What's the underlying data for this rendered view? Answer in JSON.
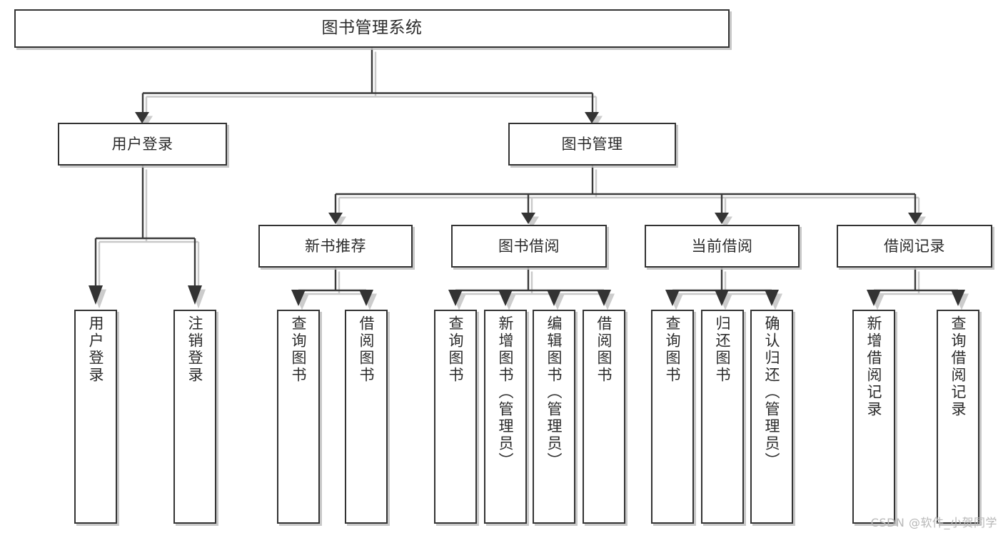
{
  "diagram": {
    "type": "tree-hierarchy-chart",
    "title": "图书管理系统",
    "watermark": "CSDN @软件_小贺同学",
    "colors": {
      "border": "#333333",
      "shadow": "#bebebe",
      "background": "#ffffff",
      "text": "#2b2b2b",
      "watermark": "#b8b8b8"
    },
    "nodes": {
      "root": {
        "label": "图书管理系统"
      },
      "level1": [
        {
          "id": "user-login",
          "label": "用户登录"
        },
        {
          "id": "book-manage",
          "label": "图书管理"
        }
      ],
      "level2": [
        {
          "id": "new-book-recommend",
          "label": "新书推荐"
        },
        {
          "id": "book-borrow",
          "label": "图书借阅"
        },
        {
          "id": "current-borrow",
          "label": "当前借阅"
        },
        {
          "id": "borrow-record",
          "label": "借阅记录"
        }
      ],
      "leaves": {
        "user-login": [
          {
            "id": "leaf-user-login",
            "label": "用户登录"
          },
          {
            "id": "leaf-user-logout",
            "label": "注销登录"
          }
        ],
        "new-book-recommend": [
          {
            "id": "leaf-query-book-1",
            "label": "查询图书"
          },
          {
            "id": "leaf-borrow-book-1",
            "label": "借阅图书"
          }
        ],
        "book-borrow": [
          {
            "id": "leaf-query-book-2",
            "label": "查询图书"
          },
          {
            "id": "leaf-add-book",
            "label": "新增图书（管理员）"
          },
          {
            "id": "leaf-edit-book",
            "label": "编辑图书（管理员）"
          },
          {
            "id": "leaf-borrow-book-2",
            "label": "借阅图书"
          }
        ],
        "current-borrow": [
          {
            "id": "leaf-query-book-3",
            "label": "查询图书"
          },
          {
            "id": "leaf-return-book",
            "label": "归还图书"
          },
          {
            "id": "leaf-confirm-return",
            "label": "确认归还（管理员）"
          }
        ],
        "borrow-record": [
          {
            "id": "leaf-add-record",
            "label": "新增借阅记录"
          },
          {
            "id": "leaf-query-record",
            "label": "查询借阅记录"
          }
        ]
      }
    }
  }
}
